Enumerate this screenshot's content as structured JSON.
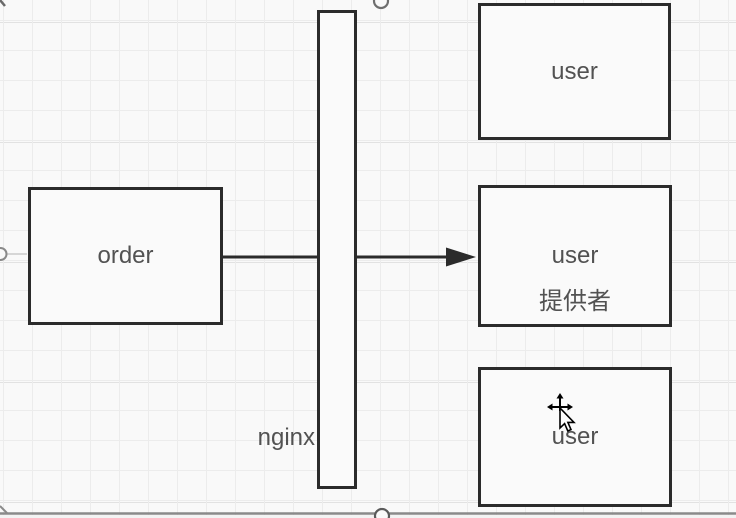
{
  "app": {
    "view": "diagram-canvas"
  },
  "shapes": {
    "order": {
      "label": "order"
    },
    "nginx": {
      "label": "nginx"
    },
    "user_top": {
      "label": "user"
    },
    "user_middle": {
      "label": "user",
      "sublabel": "提供者"
    },
    "user_bottom": {
      "label": "user"
    }
  },
  "colors": {
    "canvas_bg": "#f9f9f9",
    "grid_minor": "#ececec",
    "grid_major": "#e2e2e2",
    "shape_border": "#2b2b2b",
    "shape_fill": "#fafafa",
    "label_text": "#525252",
    "connector": "#2b2b2b",
    "handle_stroke": "#6f6f6f",
    "page_edge_line": "#8a8a8a"
  }
}
